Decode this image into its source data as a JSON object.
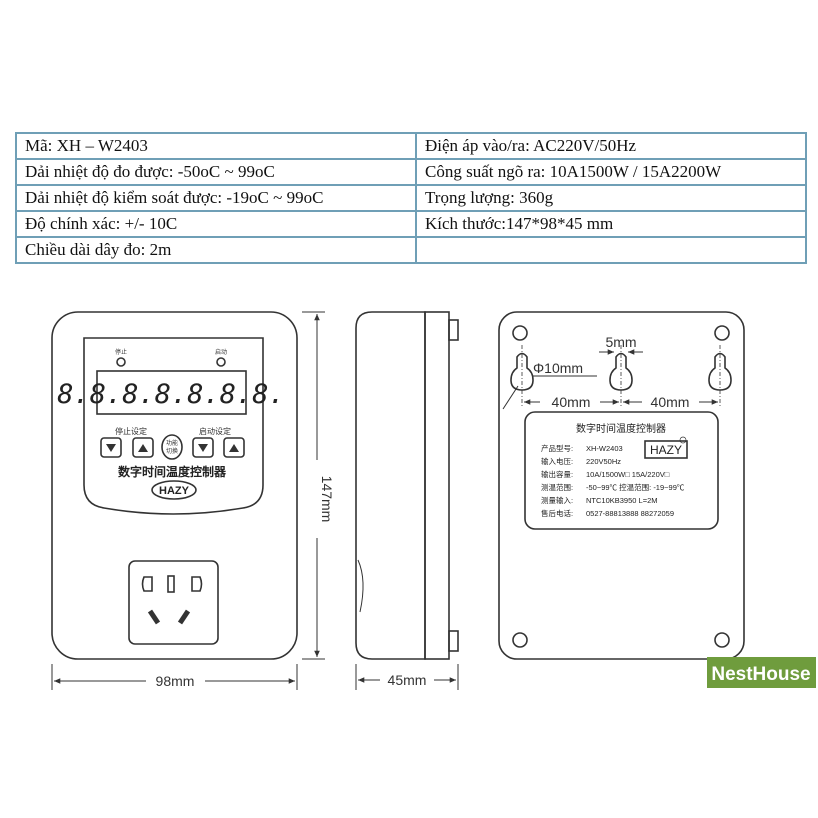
{
  "spec_table": {
    "rows": [
      [
        "Mã: XH – W2403",
        "Điện áp vào/ra: AC220V/50Hz"
      ],
      [
        "Dải nhiệt độ đo được: -50oC ~ 99oC",
        "Công suất ngõ ra: 10A1500W / 15A2200W"
      ],
      [
        "Dải nhiệt độ kiểm soát được: -19oC ~ 99oC",
        "Trọng lượng: 360g"
      ],
      [
        "Độ chính xác: +/- 10C",
        "Kích thước:147*98*45 mm"
      ],
      [
        "Chiều dài dây đo: 2m",
        ""
      ]
    ]
  },
  "front_view": {
    "indicator_left": "停止",
    "indicator_right": "启动",
    "display_digits": "8.8.8.8.8.8.8.",
    "stop_setting_label": "停止设定",
    "start_setting_label": "启动设定",
    "function_button_label": [
      "功能",
      "切换"
    ],
    "product_name": "数字时间温度控制器",
    "brand_badge": "HAZY",
    "width_dimension": "98mm",
    "height_dimension": "147mm"
  },
  "side_view": {
    "depth_dimension": "45mm"
  },
  "back_view": {
    "hole_diameter": "Φ10mm",
    "slot_width": "5mm",
    "hole_spacing_left": "40mm",
    "hole_spacing_right": "40mm",
    "label": {
      "title": "数字时间温度控制器",
      "brand": "HAZY",
      "lines": [
        [
          "产品型号:",
          "XH-W2403"
        ],
        [
          "输入电压:",
          "220V50Hz"
        ],
        [
          "输出容量:",
          "10A/1500W□    15A/220V□"
        ],
        [
          "测温范围:",
          "-50~99℃   控温范围: -19~99℃"
        ],
        [
          "测量输入:",
          "NTC10KB3950 L=2M"
        ],
        [
          "售后电话:",
          "0527-88813888    88272059"
        ]
      ]
    }
  },
  "watermark": "NestHouse",
  "colors": {
    "table_border": "#6f9fb6",
    "line_art": "#333333",
    "watermark_bg": "#6f9c3d",
    "watermark_text": "#ffffff"
  }
}
